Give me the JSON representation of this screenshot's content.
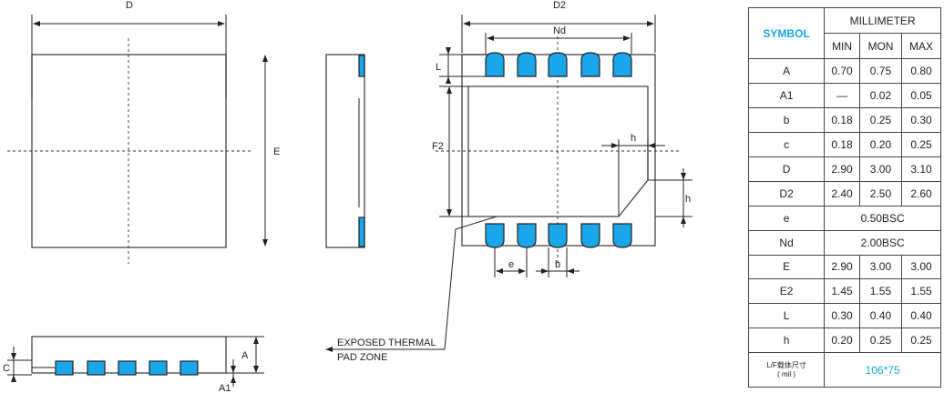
{
  "labels": {
    "top_d": "D",
    "top_e": "E",
    "bottom_d2": "D2",
    "bottom_nd": "Nd",
    "bottom_l": "L",
    "bottom_f2": "F2",
    "bottom_h1": "h",
    "bottom_h2": "h",
    "bottom_e_pitch": "e",
    "bottom_b": "b",
    "thermal_line1": "EXPOSED THERMAL",
    "thermal_line2": "PAD ZONE",
    "side_c": "C",
    "side_a": "A",
    "side_a1": "A1"
  },
  "table": {
    "symbol_header": "SYMBOL",
    "unit_header": "MILLIMETER",
    "col_min": "MIN",
    "col_nom": "MON",
    "col_max": "MAX",
    "rows": [
      {
        "symbol": "A",
        "min": "0.70",
        "nom": "0.75",
        "max": "0.80"
      },
      {
        "symbol": "A1",
        "min": "—",
        "nom": "0.02",
        "max": "0.05"
      },
      {
        "symbol": "b",
        "min": "0.18",
        "nom": "0.25",
        "max": "0.30"
      },
      {
        "symbol": "c",
        "min": "0.18",
        "nom": "0.20",
        "max": "0.25"
      },
      {
        "symbol": "D",
        "min": "2.90",
        "nom": "3.00",
        "max": "3.10"
      },
      {
        "symbol": "D2",
        "min": "2.40",
        "nom": "2.50",
        "max": "2.60"
      }
    ],
    "span_rows": [
      {
        "symbol": "e",
        "value": "0.50BSC"
      },
      {
        "symbol": "Nd",
        "value": "2.00BSC"
      }
    ],
    "rows2": [
      {
        "symbol": "E",
        "min": "2.90",
        "nom": "3.00",
        "max": "3.00"
      },
      {
        "symbol": "E2",
        "min": "1.45",
        "nom": "1.55",
        "max": "1.55"
      },
      {
        "symbol": "L",
        "min": "0.30",
        "nom": "0.40",
        "max": "0.40"
      },
      {
        "symbol": "h",
        "min": "0.20",
        "nom": "0.25",
        "max": "0.25"
      }
    ],
    "footer_label_line1": "L/F载体尺寸",
    "footer_label_line2": "( mil )",
    "footer_value": "106*75"
  }
}
